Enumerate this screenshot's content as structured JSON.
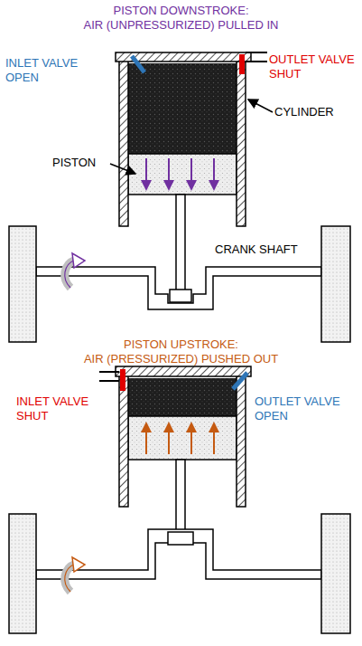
{
  "diagram": {
    "labels": [
      "PISTON DOWNSTROKE: AIR (UNPRESSURIZED) PULLED IN",
      "INLET VALVE OPEN",
      "OUTLET VALVE SHUT",
      "CYLINDER",
      "PISTON",
      "CRANK SHAFT",
      "PISTON UPSTROKE: AIR (PRESSURIZED) PUSHED OUT",
      "INLET VALVE SHUT",
      "OUTLET VALVE OPEN"
    ]
  }
}
